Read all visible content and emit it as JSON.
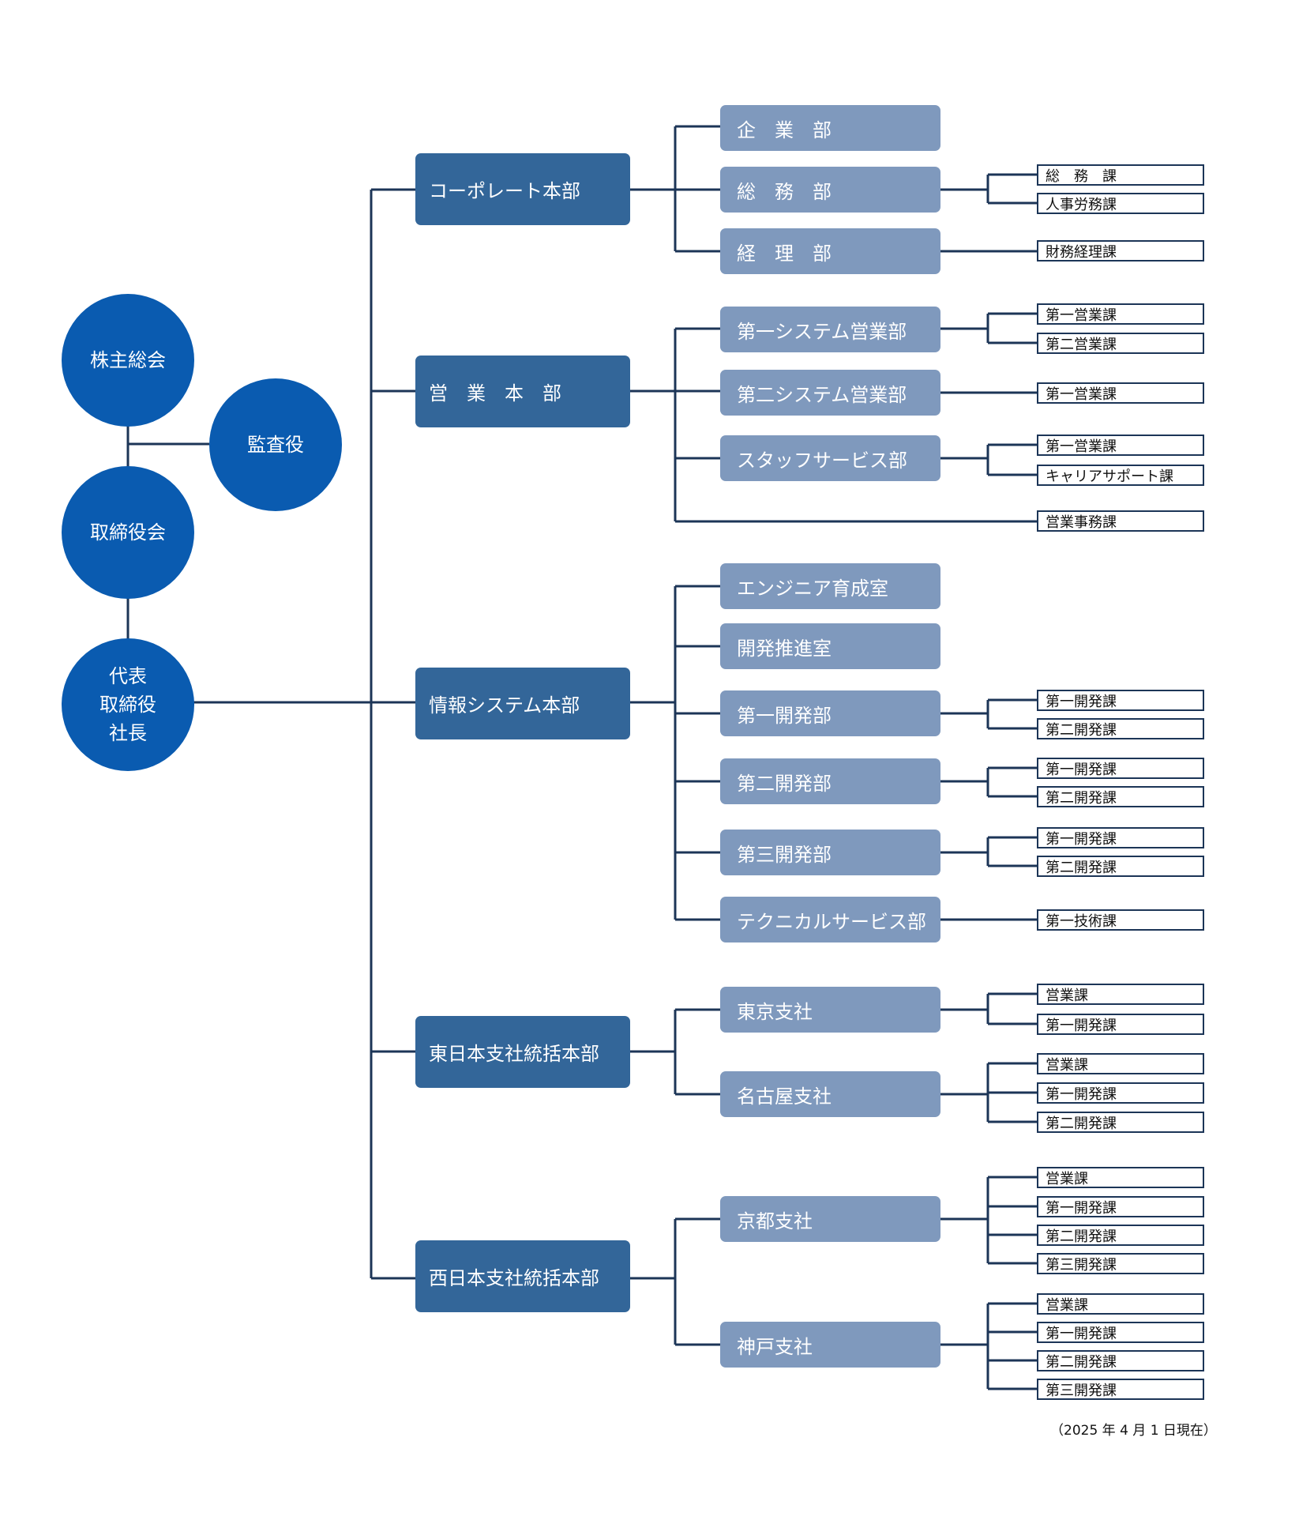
{
  "governance": {
    "shareholders": "株主総会",
    "auditor": "監査役",
    "board": "取締役会",
    "president_lines": [
      "代表",
      "取締役",
      "社長"
    ]
  },
  "divisions": [
    {
      "name": "コーポレート本部",
      "departments": [
        {
          "name": "企　業　部",
          "sections": []
        },
        {
          "name": "総　務　部",
          "sections": [
            "総　務　課",
            "人事労務課"
          ]
        },
        {
          "name": "経　理　部",
          "sections": [
            "財務経理課"
          ]
        }
      ]
    },
    {
      "name": "営　業　本　部",
      "departments": [
        {
          "name": "第一システム営業部",
          "sections": [
            "第一営業課",
            "第二営業課"
          ]
        },
        {
          "name": "第二システム営業部",
          "sections": [
            "第一営業課"
          ]
        },
        {
          "name": "スタッフサービス部",
          "sections": [
            "第一営業課",
            "キャリアサポート課"
          ]
        }
      ],
      "direct_sections": [
        "営業事務課"
      ]
    },
    {
      "name": "情報システム本部",
      "departments": [
        {
          "name": "エンジニア育成室",
          "sections": []
        },
        {
          "name": "開発推進室",
          "sections": []
        },
        {
          "name": "第一開発部",
          "sections": [
            "第一開発課",
            "第二開発課"
          ]
        },
        {
          "name": "第二開発部",
          "sections": [
            "第一開発課",
            "第二開発課"
          ]
        },
        {
          "name": "第三開発部",
          "sections": [
            "第一開発課",
            "第二開発課"
          ]
        },
        {
          "name": "テクニカルサービス部",
          "sections": [
            "第一技術課"
          ]
        }
      ]
    },
    {
      "name": "東日本支社統括本部",
      "departments": [
        {
          "name": "東京支社",
          "sections": [
            "営業課",
            "第一開発課"
          ]
        },
        {
          "name": "名古屋支社",
          "sections": [
            "営業課",
            "第一開発課",
            "第二開発課"
          ]
        }
      ]
    },
    {
      "name": "西日本支社統括本部",
      "departments": [
        {
          "name": "京都支社",
          "sections": [
            "営業課",
            "第一開発課",
            "第二開発課",
            "第三開発課"
          ]
        },
        {
          "name": "神戸支社",
          "sections": [
            "営業課",
            "第一開発課",
            "第二開発課",
            "第三開発課"
          ]
        }
      ]
    }
  ],
  "footer": "（2025 年 4 月 1 日現在）",
  "colors": {
    "circle": "#0a5bb0",
    "division": "#336699",
    "department": "#7f99bd",
    "line": "#1c3557"
  }
}
